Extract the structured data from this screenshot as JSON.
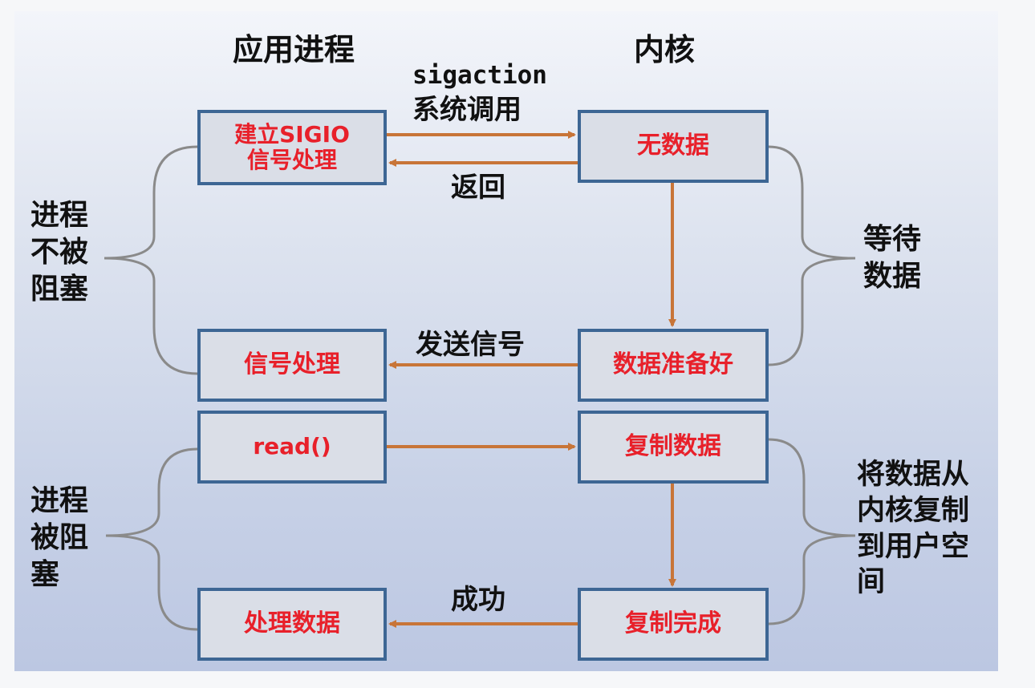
{
  "colors": {
    "box_text": "#e8202a",
    "box_border": "#3d6694",
    "arrow": "#c87538",
    "brace": "#8a8a8a"
  },
  "headers": {
    "app": "应用进程",
    "kernel": "内核"
  },
  "boxes": {
    "setup_sigio": "建立SIGIO\n信号处理",
    "no_data": "无数据",
    "signal_handle": "信号处理",
    "data_ready": "数据准备好",
    "read": "read()",
    "copy_data": "复制数据",
    "process_data": "处理数据",
    "copy_done": "复制完成"
  },
  "arrows": {
    "sigaction_1": "sigaction",
    "sigaction_2": "系统调用",
    "return": "返回",
    "send_signal": "发送信号",
    "success": "成功"
  },
  "braces": {
    "not_blocked": "进程\n不被\n阻塞",
    "wait_data": "等待\n数据",
    "blocked": "进程\n被阻\n塞",
    "copy_desc": "将数据从\n内核复制\n到用户空\n间"
  }
}
